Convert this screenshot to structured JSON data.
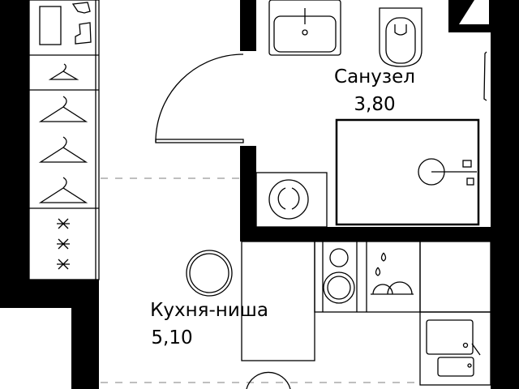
{
  "rooms": [
    {
      "name": "Санузел",
      "area": "3,80"
    },
    {
      "name": "Кухня-ниша",
      "area": "5,10"
    }
  ],
  "colors": {
    "wall": "#000000",
    "background": "#ffffff",
    "line": "#000000"
  }
}
